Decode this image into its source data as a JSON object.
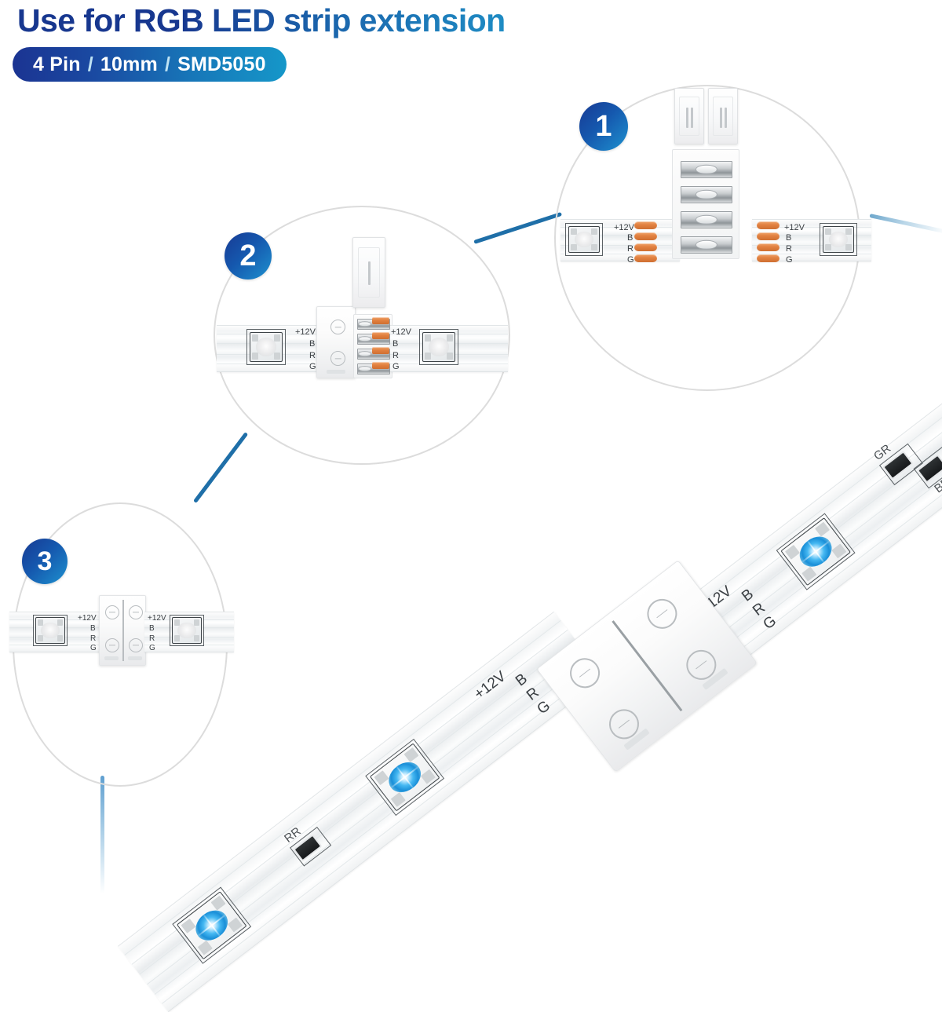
{
  "header": {
    "title": "Use for RGB LED strip extension",
    "spec": {
      "pin": "4 Pin",
      "width": "10mm",
      "chip": "SMD5050",
      "separator": "/"
    },
    "title_gradient_start": "#17378f",
    "title_gradient_end": "#1e8cc4",
    "pill_gradient_start": "#1b3492",
    "pill_gradient_end": "#1597c9"
  },
  "theme": {
    "badge_gradient_start": "#183a93",
    "badge_gradient_end": "#1e91cf",
    "ring_color": "#dcdcdc",
    "link_color": "#1f6fa8",
    "copper_pad_color": "#e1803f",
    "led_glow_color": "#45b8f2",
    "background": "#ffffff"
  },
  "callouts": [
    {
      "number": "1",
      "name": "step-1-open-connector",
      "description": "Strip ends with exposed copper pads and open 4-pin connector",
      "pad_labels": [
        "+12V",
        "B",
        "R",
        "G"
      ],
      "pin_count": 4
    },
    {
      "number": "2",
      "name": "step-2-insert-strips",
      "description": "Insert both strip ends into the connector contacts with lid open",
      "pad_labels_left": [
        "+12V",
        "B",
        "R",
        "G"
      ],
      "pad_labels_right": [
        "+12V",
        "B",
        "R",
        "G"
      ],
      "pin_count": 4
    },
    {
      "number": "3",
      "name": "step-3-close-connector",
      "description": "Close the connector lid to lock both strips",
      "pad_labels_left": [
        "+12V",
        "B",
        "R",
        "G"
      ],
      "pad_labels_right": [
        "+12V",
        "B",
        "R",
        "G"
      ]
    }
  ],
  "hero": {
    "name": "assembled-rgb-strip-with-connector",
    "pad_labels_upper": [
      "+12V",
      "B",
      "R",
      "G"
    ],
    "pad_labels_lower": [
      "+12V",
      "B",
      "R",
      "G"
    ],
    "resistor_labels": [
      "GR",
      "BR",
      "RR"
    ],
    "led_count": 3,
    "led_state": "lit-blue"
  }
}
